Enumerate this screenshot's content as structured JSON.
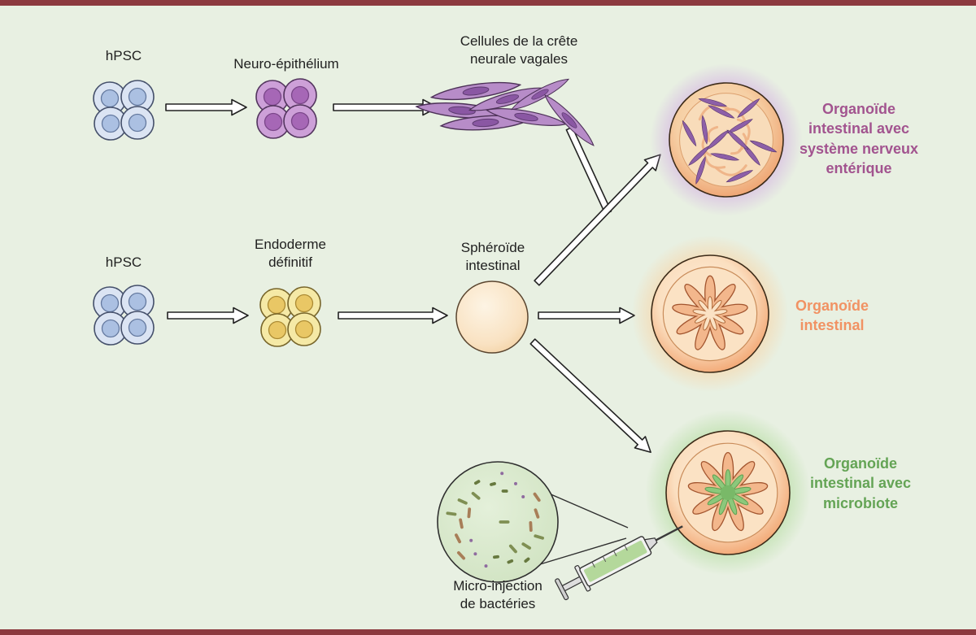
{
  "figure": {
    "type": "scientific-diagram",
    "topic": "Generation of intestinal organoids from hPSC"
  },
  "labels": {
    "hpsc_top": "hPSC",
    "neuroepithelium": "Neuro-épithélium",
    "neural_crest": "Cellules de la crête\nneurale vagales",
    "hpsc_middle": "hPSC",
    "endoderm": "Endoderme\ndéfinitif",
    "spheroid": "Sphéroïde\nintestinal",
    "organoid_ens": "Organoïde\nintestinal avec\nsystème nerveux\nentérique",
    "organoid_intestinal": "Organoïde\nintestinal",
    "organoid_microbiote": "Organoïde\nintestinal avec\nmicrobiote",
    "microinjection": "Micro-injection\nde bactéries"
  },
  "colors": {
    "background": "#e8f0e2",
    "accent_bar": "#8c3a3f",
    "ens_label": "#a2548f",
    "intestinal_label": "#f19263",
    "microbiote_label": "#64a455",
    "hpsc_cell": "#dbe4f3",
    "neuroepithelium_cell": "#cda0d8",
    "endoderm_cell": "#f5e9a6",
    "spheroid_fill": "#f9e2c2",
    "organoid_rim": "#ef9f6d",
    "bacteria_field": "#dcead3"
  }
}
